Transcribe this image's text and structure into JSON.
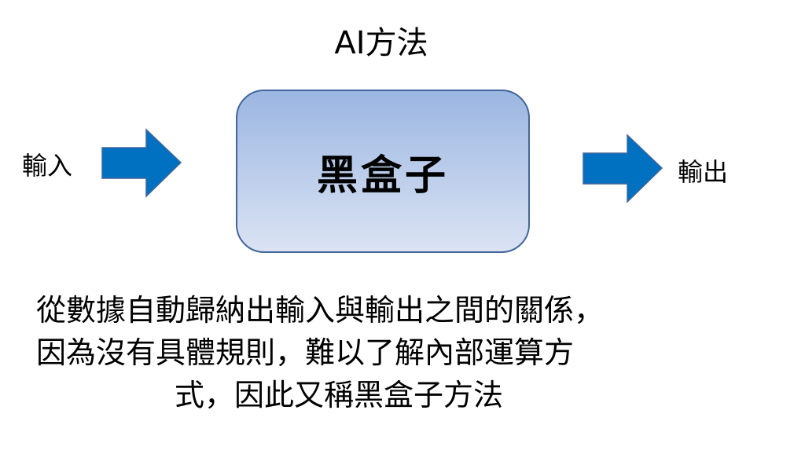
{
  "title": "AI方法",
  "input_label": "輸入",
  "output_label": "輸出",
  "box_label": "黑盒子",
  "description": [
    "從數據自動歸納出輸入與輸出之間的關係，",
    "因為沒有具體規則，難以了解內部運算方",
    "式，因此又稱黑盒子方法"
  ],
  "colors": {
    "arrow": "#0070c0",
    "arrow_border": "#41669a",
    "box_top": "#9bb6e2",
    "box_bottom": "#dbe3f3"
  }
}
